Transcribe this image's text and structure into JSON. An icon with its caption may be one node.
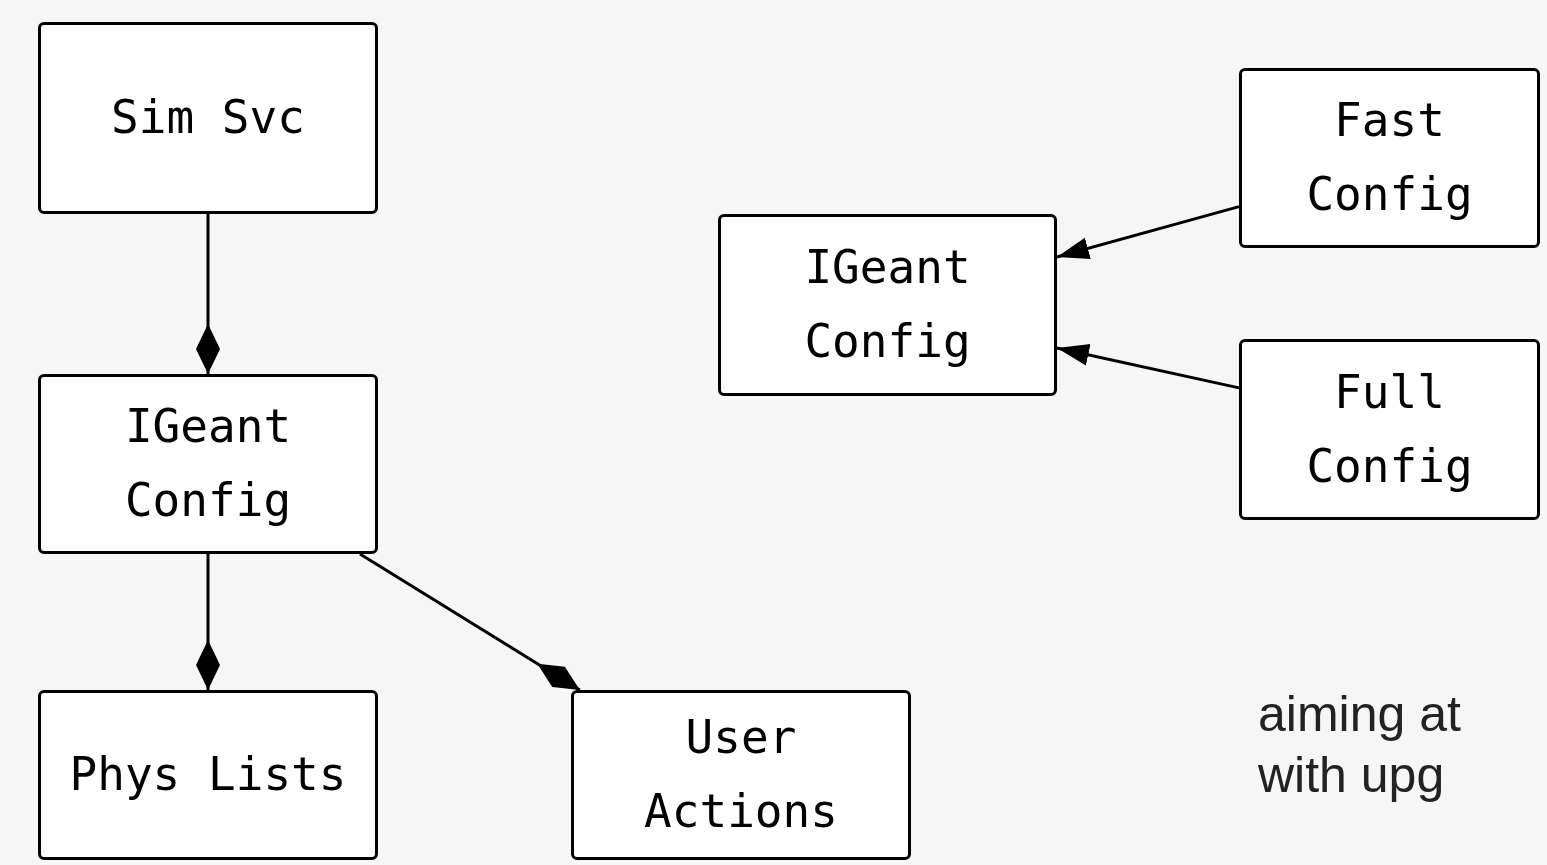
{
  "diagram": {
    "nodes": [
      {
        "text": [
          "Sim Svc"
        ]
      },
      {
        "text": [
          "IGeant Config"
        ]
      },
      {
        "text": [
          "Phys Lists"
        ]
      },
      {
        "text": [
          "User Actions"
        ]
      },
      {
        "text": [
          "IGeant Config"
        ]
      },
      {
        "text": [
          "Fast Config"
        ]
      },
      {
        "text": [
          "Full Config"
        ]
      }
    ],
    "edges": [
      {
        "from": 0,
        "to": 1,
        "arrow": "other"
      },
      {
        "from": 1,
        "to": 2,
        "arrow": "other"
      },
      {
        "from": 1,
        "to": 3,
        "arrow": "other"
      },
      {
        "from": 5,
        "to": 4,
        "arrow": "to"
      },
      {
        "from": 6,
        "to": 4,
        "arrow": "to"
      }
    ],
    "labels": [
      "aiming at with upg"
    ]
  }
}
